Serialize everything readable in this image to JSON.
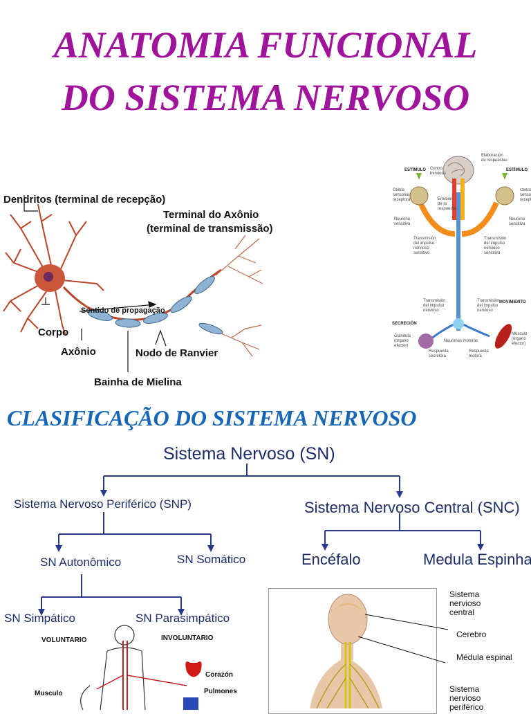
{
  "title": {
    "line1": "ANATOMIA FUNCIONAL",
    "line2": "DO SISTEMA NERVOSO"
  },
  "neuron": {
    "dendritos": "Dendritos (terminal de recepção)",
    "terminal_line1": "Terminal do Axônio",
    "terminal_line2": "(terminal de transmissão)",
    "sentido": "Sentido de propagação",
    "corpo": "Corpo",
    "axonio": "Axônio",
    "nodo": "Nodo de Ranvier",
    "bainha": "Bainha de Mielina"
  },
  "reflex": {
    "estimulo_left": "ESTÍMULO",
    "estimulo_right": "ESTÍMULO",
    "centro": "Centro nervioso",
    "elaboracion": "Elaboración de respuestas",
    "celula_left": "Célula sensorial receptora",
    "celula_right": "Célula sensorial receptora",
    "emision": "Emisión de la respuesta",
    "neurona_left": "Neurona sensitiva",
    "neurona_right": "Neurona sensitiva",
    "transmision_left": "Transmisión del impulso nervioso sensitivo",
    "transmision_right": "Transmisión del impulso nervioso sensitivo",
    "transmision_motor_left": "Transmisión del impulso nervioso",
    "transmision_motor_right": "Transmisión del impulso nervioso",
    "movimiento": "MOVIMIENTO",
    "secrecion": "SECRECIÓN",
    "glandula": "Glándula (órgano efector)",
    "musculo": "Músculo (órgano efector)",
    "neuronas_motoras": "Neuronas motoras",
    "respuesta_secretora": "Respuesta secretora",
    "respuesta_motora": "Respuesta motora"
  },
  "section_title": "CLASIFICAÇÃO DO SISTEMA NERVOSO",
  "tree": {
    "root": "Sistema Nervoso (SN)",
    "snp": "Sistema Nervoso Periférico (SNP)",
    "snc": "Sistema Nervoso Central (SNC)",
    "autonomico": "SN Autonômico",
    "somatico": "SN Somático",
    "encefalo": "Encéfalo",
    "medula": "Medula Espinhal",
    "simpatico": "SN Simpático",
    "parasimpatico": "SN Parasimpático"
  },
  "autonomic": {
    "voluntario": "VOLUNTARIO",
    "involuntario": "INVOLUNTARIO",
    "corazon": "Corazón",
    "pulmones": "Pulmones",
    "musculo": "Musculo"
  },
  "body_figure": {
    "snc_line1": "Sistema",
    "snc_line2": "nervioso",
    "snc_line3": "central",
    "cerebro": "Cerebro",
    "medula": "Médula espinal",
    "snp_line1": "Sistema",
    "snp_line2": "nervioso",
    "snp_line3": "periférico"
  },
  "colors": {
    "title": "#a0139b",
    "section": "#1666b8",
    "tree_text": "#1c2c66",
    "neuron": "#b8442a",
    "myelin": "#7fa6c6"
  }
}
